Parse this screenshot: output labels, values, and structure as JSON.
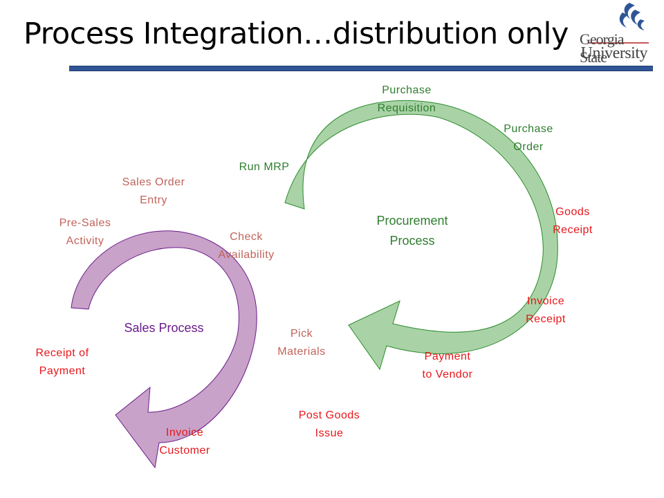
{
  "slide": {
    "title": "Process Integration…distribution only",
    "logo": {
      "line1": "Georgia State",
      "line2": "University"
    }
  },
  "colors": {
    "procurement_fill": "#a9d3a6",
    "procurement_stroke": "#2a8a2a",
    "sales_fill": "#c8a2c8",
    "sales_stroke": "#6a1b8a",
    "title_rule": "#2f5597",
    "red_label": "#e8161a",
    "green_label": "#2e7d2e",
    "salmon_label": "#c0635a"
  },
  "procurement": {
    "center": [
      "Procurement",
      "Process"
    ],
    "steps": [
      {
        "lines": [
          "Run MRP"
        ]
      },
      {
        "lines": [
          "Purchase",
          "Requisition"
        ]
      },
      {
        "lines": [
          "Purchase",
          "Order"
        ]
      },
      {
        "lines": [
          "Goods",
          "Receipt"
        ]
      },
      {
        "lines": [
          "Invoice",
          "Receipt"
        ]
      },
      {
        "lines": [
          "Payment",
          "to Vendor"
        ]
      }
    ]
  },
  "sales": {
    "center": "Sales Process",
    "steps": [
      {
        "lines": [
          "Pre-Sales",
          "Activity"
        ]
      },
      {
        "lines": [
          "Sales Order",
          "Entry"
        ]
      },
      {
        "lines": [
          "Check",
          "Availability"
        ]
      },
      {
        "lines": [
          "Pick",
          "Materials"
        ]
      },
      {
        "lines": [
          "Post Goods",
          "Issue"
        ]
      },
      {
        "lines": [
          "Invoice",
          "Customer"
        ]
      },
      {
        "lines": [
          "Receipt of",
          "Payment"
        ]
      }
    ]
  }
}
